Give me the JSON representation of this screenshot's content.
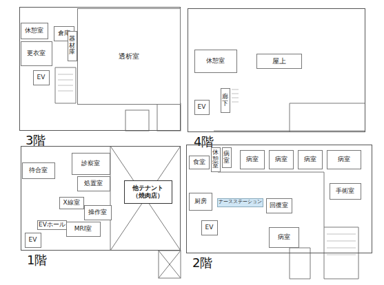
{
  "diagram": {
    "nodes": [
      {
        "text": [
          "3階"
        ]
      },
      {
        "text": [
          "休憩室"
        ],
        "in": 0
      },
      {
        "text": [
          "倉庫"
        ],
        "in": 0
      },
      {
        "text": [
          "更衣室"
        ],
        "in": 0
      },
      {
        "text": [
          "器材庫"
        ],
        "in": 0
      },
      {
        "text": [
          "透析室"
        ],
        "in": 0
      },
      {
        "text": [
          "EV"
        ],
        "in": 0
      },
      {
        "text": [
          "4階"
        ]
      },
      {
        "text": [
          "休憩室"
        ],
        "in": 7
      },
      {
        "text": [
          "屋上"
        ],
        "in": 7
      },
      {
        "text": [
          "EV"
        ],
        "in": 7
      },
      {
        "text": [
          "廊下"
        ],
        "in": 7
      },
      {
        "text": [
          "1階"
        ]
      },
      {
        "text": [
          "待合室"
        ],
        "in": 12
      },
      {
        "text": [
          "診察室"
        ],
        "in": 12
      },
      {
        "text": [
          "処置室"
        ],
        "in": 12
      },
      {
        "text": [
          "X線室"
        ],
        "in": 12
      },
      {
        "text": [
          "操作室"
        ],
        "in": 12
      },
      {
        "text": [
          "MRI室"
        ],
        "in": 12
      },
      {
        "text": [
          "EVホール"
        ],
        "in": 12
      },
      {
        "text": [
          "EV"
        ],
        "in": 12
      },
      {
        "text": [
          "他テナント （焼肉店）"
        ],
        "in": 12
      },
      {
        "text": [
          "2階"
        ]
      },
      {
        "text": [
          "食堂"
        ],
        "in": 22
      },
      {
        "text": [
          "休憩室"
        ],
        "in": 22
      },
      {
        "text": [
          "病室"
        ],
        "in": 22
      },
      {
        "text": [
          "病室"
        ],
        "in": 22
      },
      {
        "text": [
          "病室"
        ],
        "in": 22
      },
      {
        "text": [
          "病室"
        ],
        "in": 22
      },
      {
        "text": [
          "病室"
        ],
        "in": 22
      },
      {
        "text": [
          "厨房"
        ],
        "in": 22
      },
      {
        "text": [
          "ナースステーション"
        ],
        "in": 22
      },
      {
        "text": [
          "回復室"
        ],
        "in": 22
      },
      {
        "text": [
          "手術室"
        ],
        "in": 22
      },
      {
        "text": [
          "病室"
        ],
        "in": 22
      },
      {
        "text": [
          "EV"
        ],
        "in": 22
      }
    ]
  }
}
